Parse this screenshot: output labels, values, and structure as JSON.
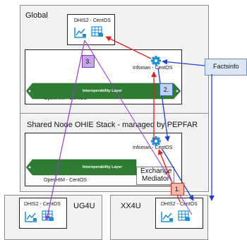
{
  "zones": {
    "global": {
      "title": "Global"
    },
    "shared": {
      "title": "Shared Node OHIE Stack - managed by PEPFAR"
    },
    "ug4u": {
      "title": "UG4U"
    },
    "xx4u": {
      "title": "XX4U"
    }
  },
  "nodes": {
    "dhis2_global": {
      "label": "DHIS2 - CentOS"
    },
    "infoman_global": {
      "label": "Infoman - CentOS"
    },
    "openhim_global": {
      "label": "OpenHIM - CentOS"
    },
    "layer_global": {
      "label": "Interoperability Layer"
    },
    "infoman_shared": {
      "label": "Infoman - CentOS"
    },
    "openhim_shared": {
      "label": "OpenHIM - CentOS"
    },
    "layer_shared": {
      "label": "Interoperability Layer"
    },
    "dhis2_ug4u": {
      "label": "DHIS2 - CentOS"
    },
    "dhis2_xx4u": {
      "label": "DHIS2 - CentOS"
    },
    "factsinfo": {
      "label": "Factsinfo"
    },
    "exchange_mediator": {
      "line1": "Exchange",
      "line2": "Mediator"
    }
  },
  "badges": {
    "one": "1.",
    "two": "2.",
    "three": "3."
  },
  "colors": {
    "red": "#e02020",
    "blue": "#1f3fd6",
    "purple": "#9a36d6",
    "layer_green": "#2e7d32",
    "gear_blue": "#1a8fd6",
    "badge1_fill": "#f4b7a8",
    "badge2_fill": "#bcd4f2",
    "badge3_fill": "#c9a6ea"
  }
}
